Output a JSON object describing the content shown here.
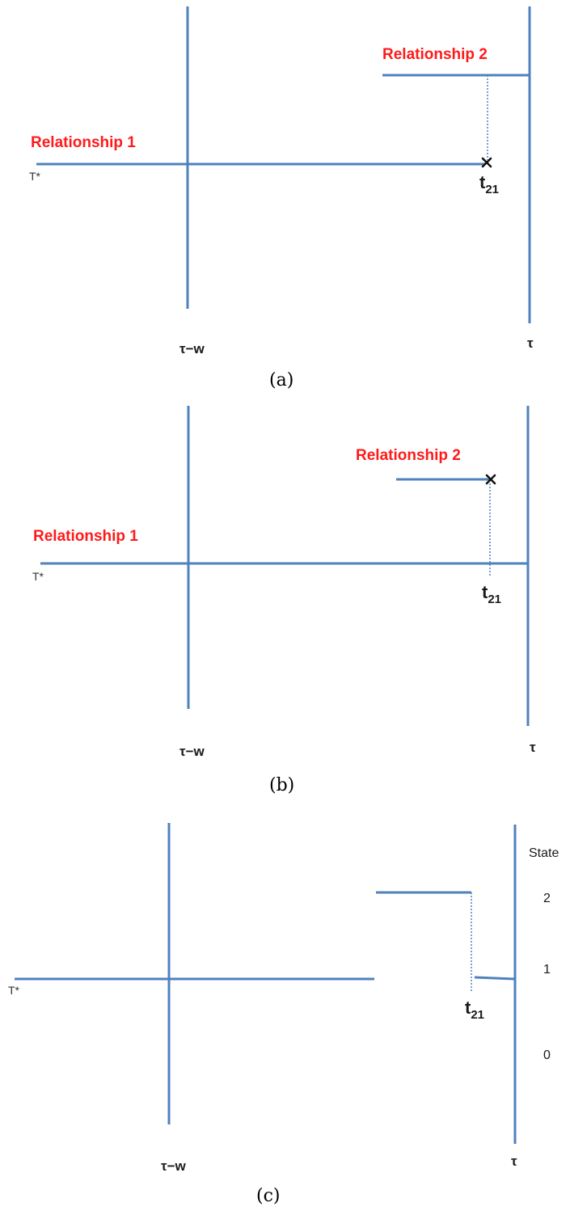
{
  "panels": [
    {
      "caption": "(a)",
      "relationship1_label": "Relationship 1",
      "relationship2_label": "Relationship 2",
      "tstar_label": "T*",
      "tw_label": "τ−w",
      "tau_label": "τ",
      "t21_main": "t",
      "t21_sub": "21"
    },
    {
      "caption": "(b)",
      "relationship1_label": "Relationship 1",
      "relationship2_label": "Relationship 2",
      "tstar_label": "T*",
      "tw_label": "τ−w",
      "tau_label": "τ",
      "t21_main": "t",
      "t21_sub": "21"
    },
    {
      "caption": "(c)",
      "tstar_label": "T*",
      "tw_label": "τ−w",
      "tau_label": "τ",
      "t21_main": "t",
      "t21_sub": "21",
      "state_header": "State",
      "state_levels": [
        "2",
        "1",
        "0"
      ]
    }
  ],
  "colors": {
    "line": "#4f81bd",
    "relationship_label": "#ff1a1a"
  }
}
